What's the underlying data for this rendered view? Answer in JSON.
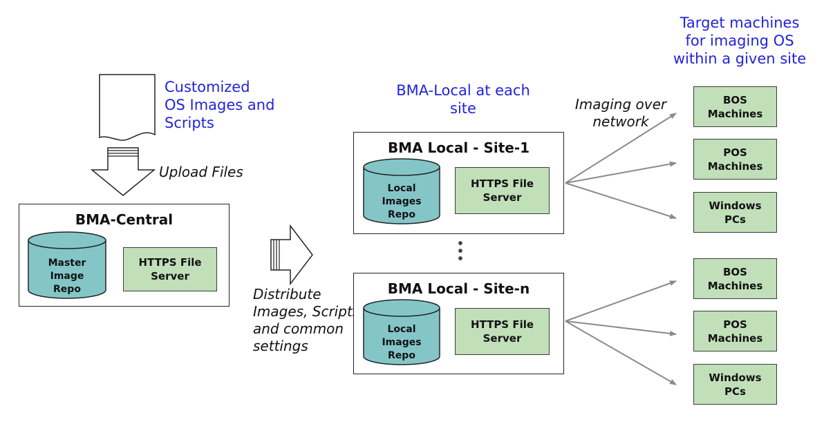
{
  "labels": {
    "target_machines": "Target machines\nfor imaging OS\nwithin a given site",
    "customized": "Customized\nOS Images and\nScripts",
    "bma_local_each_site": "BMA-Local at each\nsite",
    "imaging_over_network": "Imaging over\nnetwork",
    "upload_files": "Upload Files",
    "distribute": "Distribute\nImages, Scripts\nand common\nsettings"
  },
  "central": {
    "title": "BMA-Central",
    "repo": "Master\nImage\nRepo",
    "server": "HTTPS File\nServer"
  },
  "sites": [
    {
      "title": "BMA Local - Site-1",
      "repo": "Local\nImages\nRepo",
      "server": "HTTPS File\nServer",
      "machines": [
        "BOS\nMachines",
        "POS\nMachines",
        "Windows\nPCs"
      ]
    },
    {
      "title": "BMA Local - Site-n",
      "repo": "Local\nImages\nRepo",
      "server": "HTTPS File\nServer",
      "machines": [
        "BOS\nMachines",
        "POS\nMachines",
        "Windows\nPCs"
      ]
    }
  ],
  "ellipsis": "⋮",
  "colors": {
    "label_blue": "#2222dd",
    "box_green": "#c1dfb9",
    "cylinder_teal": "#84c6c8",
    "arrow_gray": "#8a8a8a"
  }
}
